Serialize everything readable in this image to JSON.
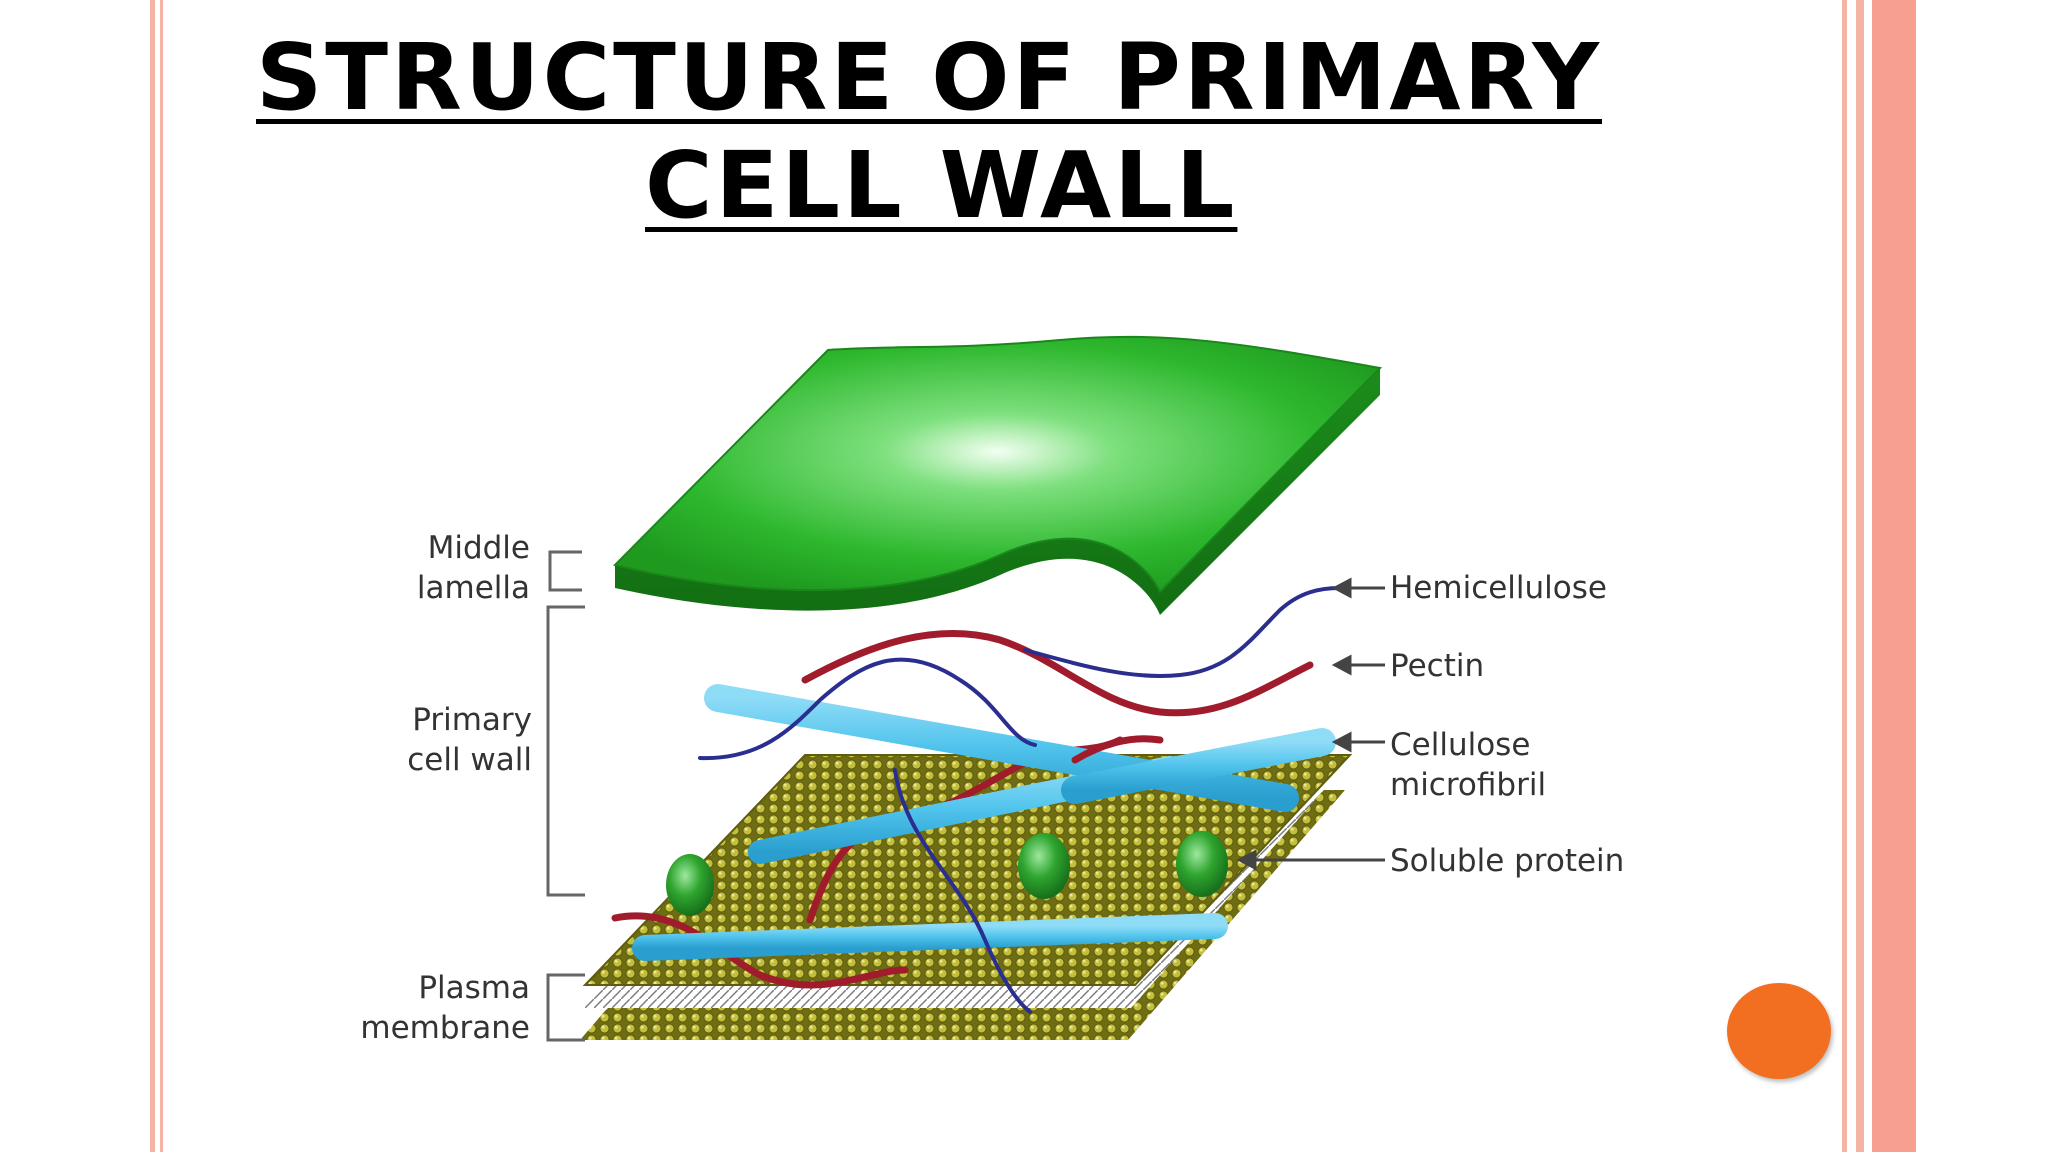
{
  "title": {
    "line1": "STRUCTURE OF PRIMARY",
    "line2": "CELL WALL"
  },
  "labels": {
    "middle_lamella": [
      "Middle",
      "lamella"
    ],
    "primary_cell_wall": [
      "Primary",
      "cell wall"
    ],
    "plasma_membrane": [
      "Plasma",
      "membrane"
    ],
    "hemicellulose": "Hemicellulose",
    "pectin": "Pectin",
    "cellulose_microfibril": [
      "Cellulose",
      "microfibril"
    ],
    "soluble_protein": "Soluble protein"
  },
  "colors": {
    "border_pink": "#f4b3a3",
    "border_strip": "#f7a08f",
    "lamella_green": "#2eb82e",
    "microfibril_blue": "#4fc3ec",
    "pectin_red": "#a01c2c",
    "hemicellulose_blue": "#2a2f8f",
    "membrane_olive": "#8c8a1e",
    "protein_green": "#2fa52f",
    "nav_dot": "#f26f21"
  }
}
